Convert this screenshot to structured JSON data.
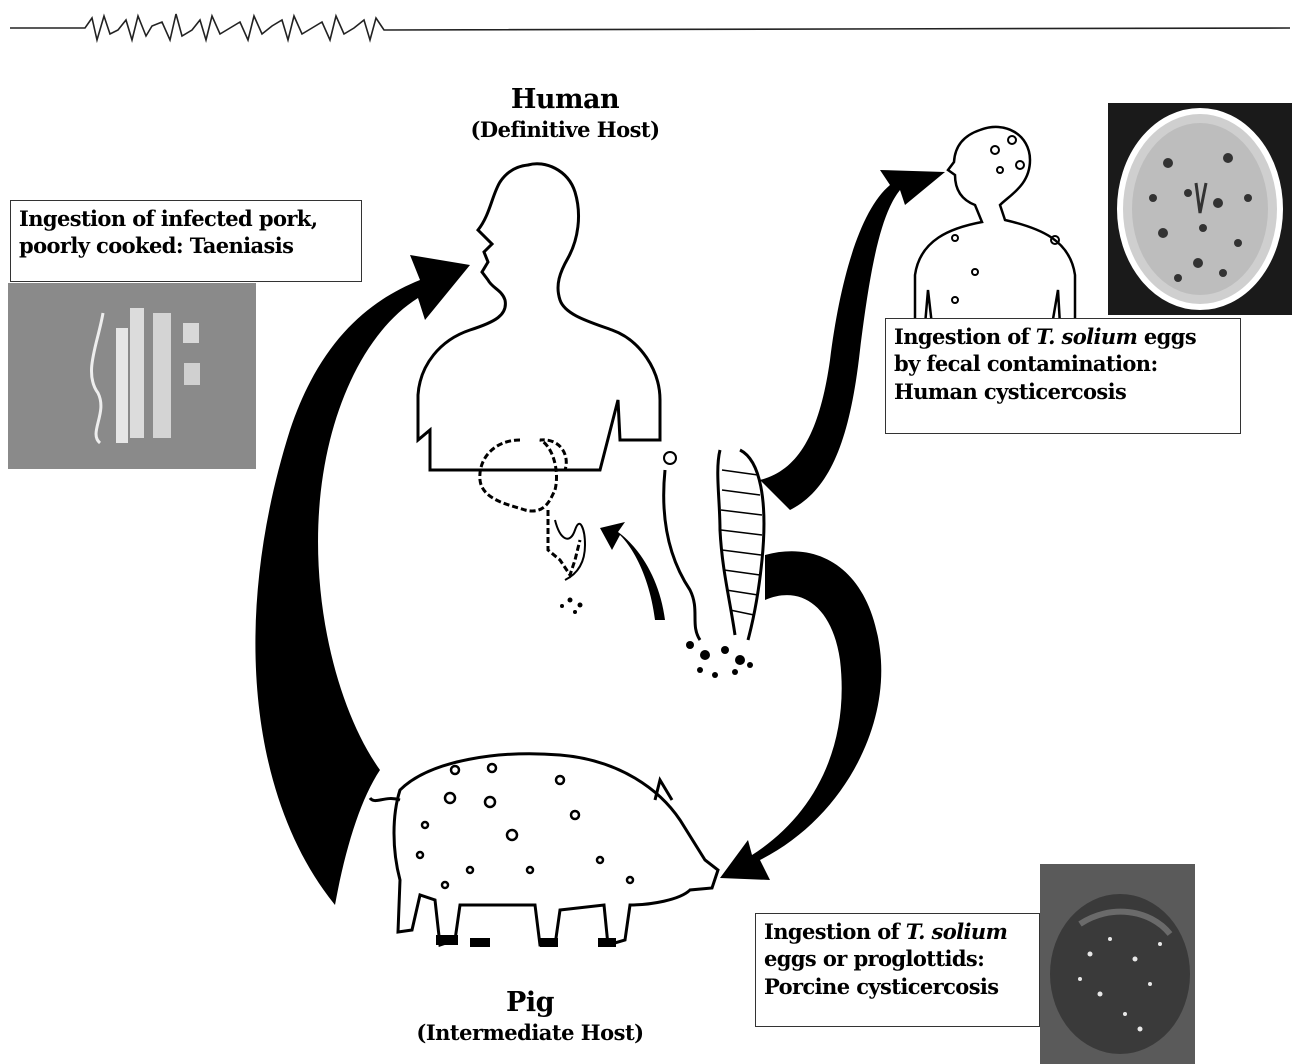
{
  "human": {
    "title": "Human",
    "subtitle": "(Definitive Host)"
  },
  "pig": {
    "title": "Pig",
    "subtitle": "(Intermediate Host)"
  },
  "callouts": {
    "taeniasis": {
      "line1": "Ingestion of infected pork,",
      "line2": "poorly cooked: Taeniasis"
    },
    "human_cysticercosis": {
      "line1_pre": "Ingestion of ",
      "line1_species": "T. solium",
      "line1_post": " eggs",
      "line2": "by fecal contamination:",
      "line3": "Human cysticercosis"
    },
    "porcine_cysticercosis": {
      "line1_pre": "Ingestion of ",
      "line1_species": "T. solium",
      "line2": "eggs or proglottids:",
      "line3": "Porcine cysticercosis"
    }
  },
  "colors": {
    "arrow": "#000000",
    "photo_gray": "#8a8a8a",
    "mri_dark": "#1a1a1a"
  }
}
